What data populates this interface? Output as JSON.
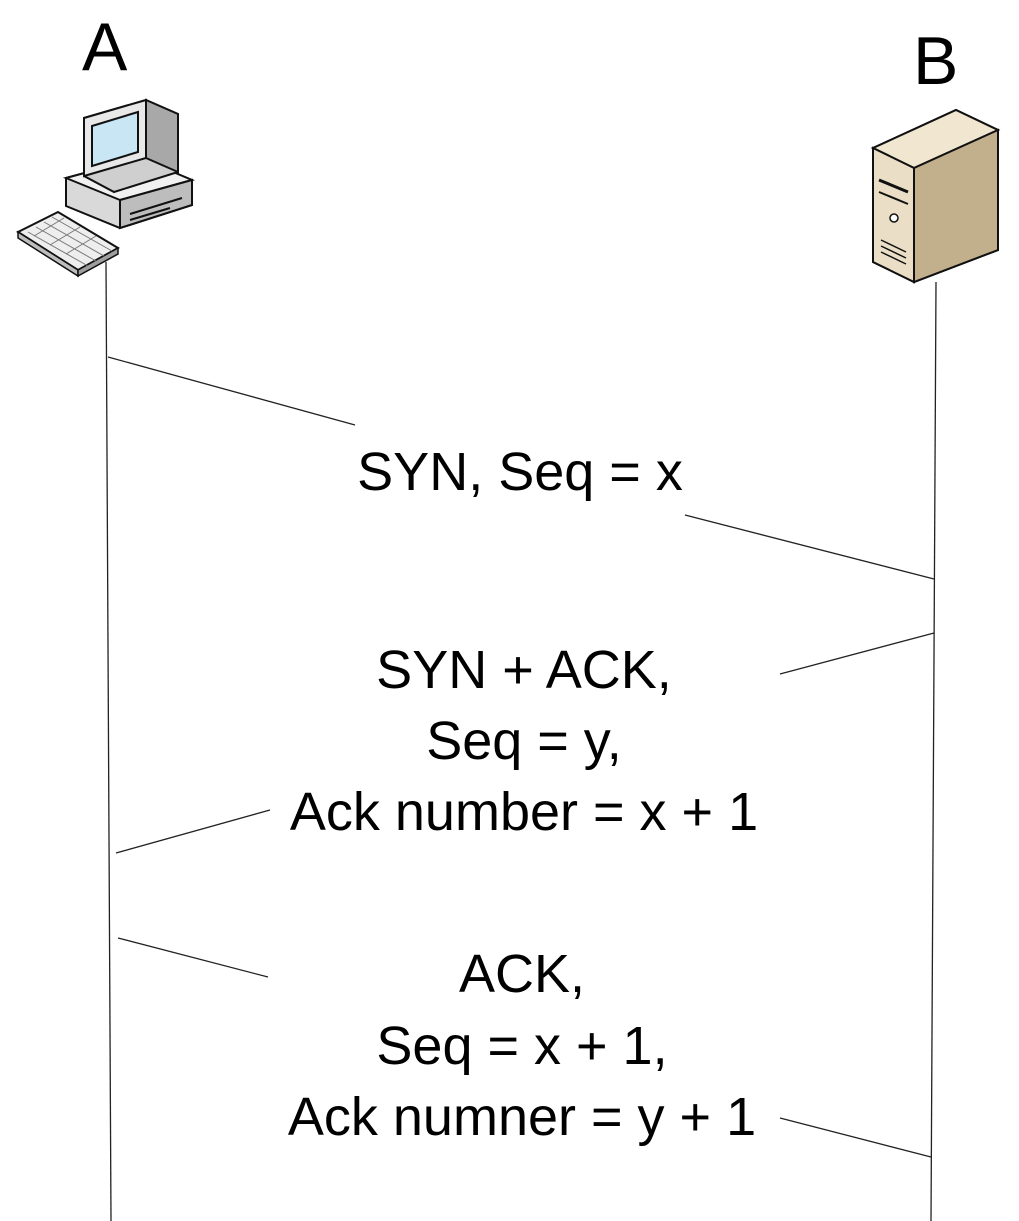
{
  "hosts": {
    "a": {
      "label": "A",
      "icon": "desktop-computer-icon"
    },
    "b": {
      "label": "B",
      "icon": "server-tower-icon"
    }
  },
  "messages": [
    {
      "direction": "A to B",
      "lines": [
        "SYN, Seq = x"
      ]
    },
    {
      "direction": "B to A",
      "lines": [
        "SYN + ACK,",
        "Seq = y,",
        "Ack number = x + 1"
      ]
    },
    {
      "direction": "A to B",
      "lines": [
        "ACK,",
        "Seq = x + 1,",
        "Ack numner = y + 1"
      ]
    }
  ]
}
